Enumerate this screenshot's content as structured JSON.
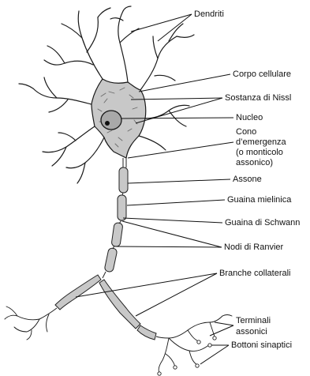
{
  "labels": {
    "dendriti": "Dendriti",
    "corpo_cellulare": "Corpo cellulare",
    "sostanza_nissl": "Sostanza di Nissl",
    "nucleo": "Nucleo",
    "cono_1": "Cono",
    "cono_2": "d’emergenza",
    "cono_3": "(o monticolo",
    "cono_4": "assonico)",
    "assone": "Assone",
    "guaina_mielinica": "Guaina mielinica",
    "guaina_schwann": "Guaina di Schwann",
    "nodi_ranvier": "Nodi di Ranvier",
    "branche_collaterali": "Branche collaterali",
    "terminali_1": "Terminali",
    "terminali_2": "assonici",
    "bottoni_sinaptici": "Bottoni sinaptici"
  },
  "colors": {
    "cell_body_fill": "#c8c8c8",
    "myelin_fill": "#c8c8c8",
    "nucleus_fill": "#a9a9a9",
    "line": "#111111"
  }
}
